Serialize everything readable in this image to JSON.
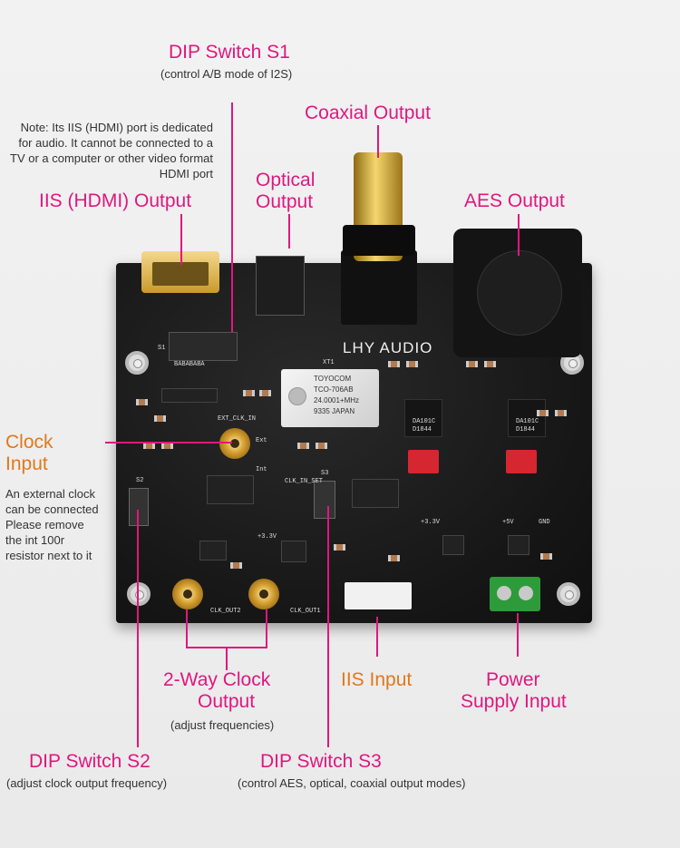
{
  "labels": {
    "dip_s1": {
      "title": "DIP Switch S1",
      "sub": "(control A/B mode of I2S)"
    },
    "note": "Note: Its IIS (HDMI) port is dedicated for audio. It cannot be connected to a TV or a computer or other video format HDMI port",
    "iis_hdmi": "IIS (HDMI) Output",
    "coaxial": "Coaxial Output",
    "optical_1": "Optical",
    "optical_2": "Output",
    "aes": "AES Output",
    "clock_input_1": "Clock",
    "clock_input_2": "Input",
    "clock_note": [
      "An external clock",
      "can be connected",
      "Please remove",
      "the int 100r",
      "resistor next to it"
    ],
    "clock_output": {
      "line1": "2-Way Clock",
      "line2": "Output",
      "sub": "(adjust frequencies)"
    },
    "iis_input": "IIS Input",
    "power_1": "Power",
    "power_2": "Supply Input",
    "dip_s2": {
      "title": "DIP Switch S2",
      "sub": "(adjust clock output frequency)"
    },
    "dip_s3": {
      "title": "DIP Switch S3",
      "sub": "(control AES, optical, coaxial output modes)"
    }
  },
  "board": {
    "brand": "LHY AUDIO",
    "oscillator": [
      "TOYOCOM",
      "TCO-706AB",
      "24.0001+MHz",
      "9335  JAPAN"
    ],
    "dac_chip": [
      "DA101C",
      "D1844"
    ],
    "silk": {
      "ext_clk_in": "EXT_CLK_IN",
      "clk_in_set": "CLK_IN_SET",
      "clk_out2": "CLK_OUT2",
      "clk_out1": "CLK_OUT1",
      "s1": "S1",
      "s2": "S2",
      "s3": "S3",
      "ext": "Ext",
      "int": "Int",
      "v33a": "+3.3V",
      "v33b": "+3.3V",
      "v5": "+5V",
      "gnd": "GND",
      "babab": "BABABABA",
      "xt1": "XT1"
    }
  },
  "colors": {
    "magenta": "#e0177f",
    "orange": "#e2781a"
  }
}
